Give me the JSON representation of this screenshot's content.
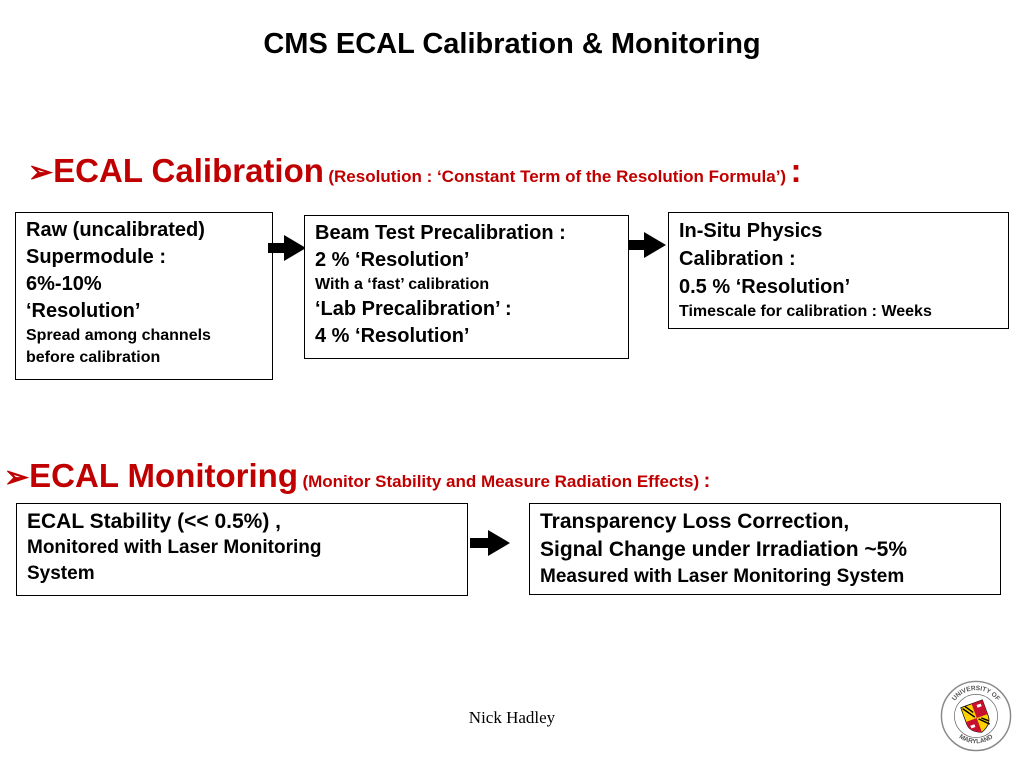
{
  "slide": {
    "title": "CMS ECAL Calibration & Monitoring",
    "footer": "Nick Hadley"
  },
  "calibration": {
    "heading": "ECAL Calibration",
    "subheading": "(Resolution : ‘Constant Term of the Resolution Formula’)",
    "colon": ":",
    "boxes": [
      {
        "lines": [
          "Raw (uncalibrated)",
          "Supermodule :",
          "6%-10%",
          "‘Resolution’"
        ],
        "note": [
          "Spread among channels",
          "before calibration"
        ]
      },
      {
        "line1": "Beam Test Precalibration :",
        "line2": "2 % ‘Resolution’",
        "note": "With a ‘fast’ calibration",
        "line3": "‘Lab Precalibration’ :",
        "line4": "4 % ‘Resolution’"
      },
      {
        "lines": [
          "In-Situ Physics",
          "Calibration :",
          "0.5 % ‘Resolution’"
        ],
        "note": "Timescale for calibration : Weeks"
      }
    ]
  },
  "monitoring": {
    "heading": "ECAL Monitoring",
    "subheading": "(Monitor Stability and Measure Radiation Effects)",
    "colon": ":",
    "boxes": [
      {
        "line": "ECAL Stability (<< 0.5%) ,",
        "note": [
          "Monitored with Laser Monitoring",
          "System"
        ]
      },
      {
        "lines": [
          "Transparency Loss Correction,",
          "Signal Change under Irradiation ~5%"
        ],
        "note": "Measured with Laser Monitoring System"
      }
    ]
  },
  "bullet_glyph": "➢",
  "logo": {
    "text_top": "UNIVERSITY OF",
    "text_bottom": "MARYLAND",
    "colors": [
      "#c8102e",
      "#ffd200",
      "#000000",
      "#ffffff"
    ]
  }
}
